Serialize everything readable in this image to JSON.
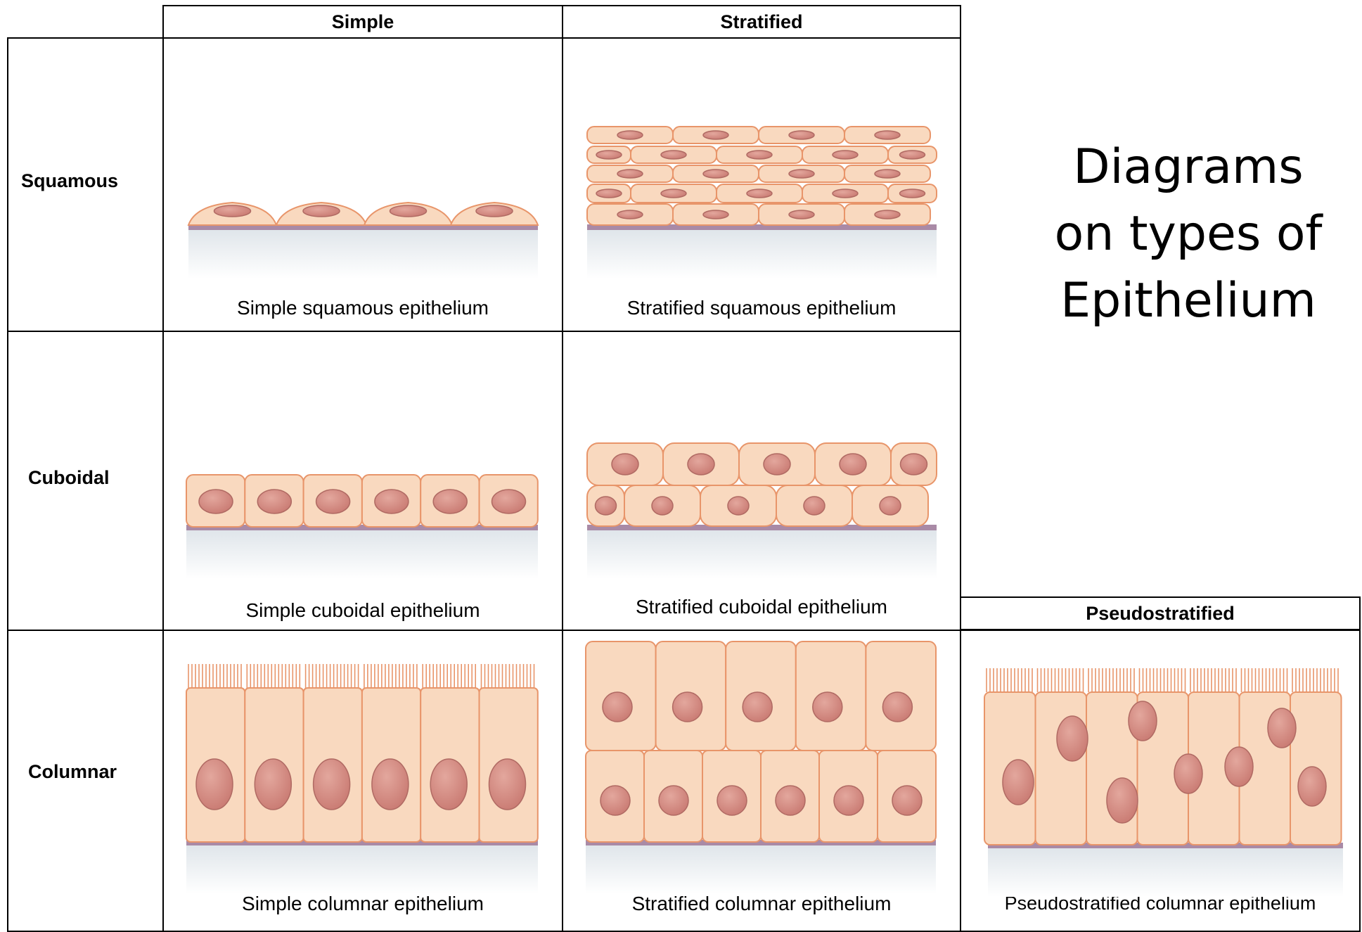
{
  "title_lines": [
    "Diagrams",
    "on types of",
    "Epithelium"
  ],
  "columns": {
    "simple": "Simple",
    "stratified": "Stratified",
    "pseudostratified": "Pseudostratified"
  },
  "rows": {
    "squamous": "Squamous",
    "cuboidal": "Cuboidal",
    "columnar": "Columnar"
  },
  "captions": {
    "simple_squamous": "Simple squamous epithelium",
    "stratified_squamous": "Stratified squamous epithelium",
    "simple_cuboidal": "Simple cuboidal epithelium",
    "stratified_cuboidal": "Stratified cuboidal epithelium",
    "simple_columnar": "Simple columnar epithelium",
    "stratified_columnar": "Stratified columnar epithelium",
    "pseudostratified_columnar": "Pseudostratified columnar epithelium"
  },
  "colors": {
    "cell_fill": "#f9d9bf",
    "cell_stroke": "#e8956a",
    "nucleus": "#c97a72",
    "basement_membrane": "#a98aa6",
    "connective_tissue": "#dfe5ea"
  }
}
